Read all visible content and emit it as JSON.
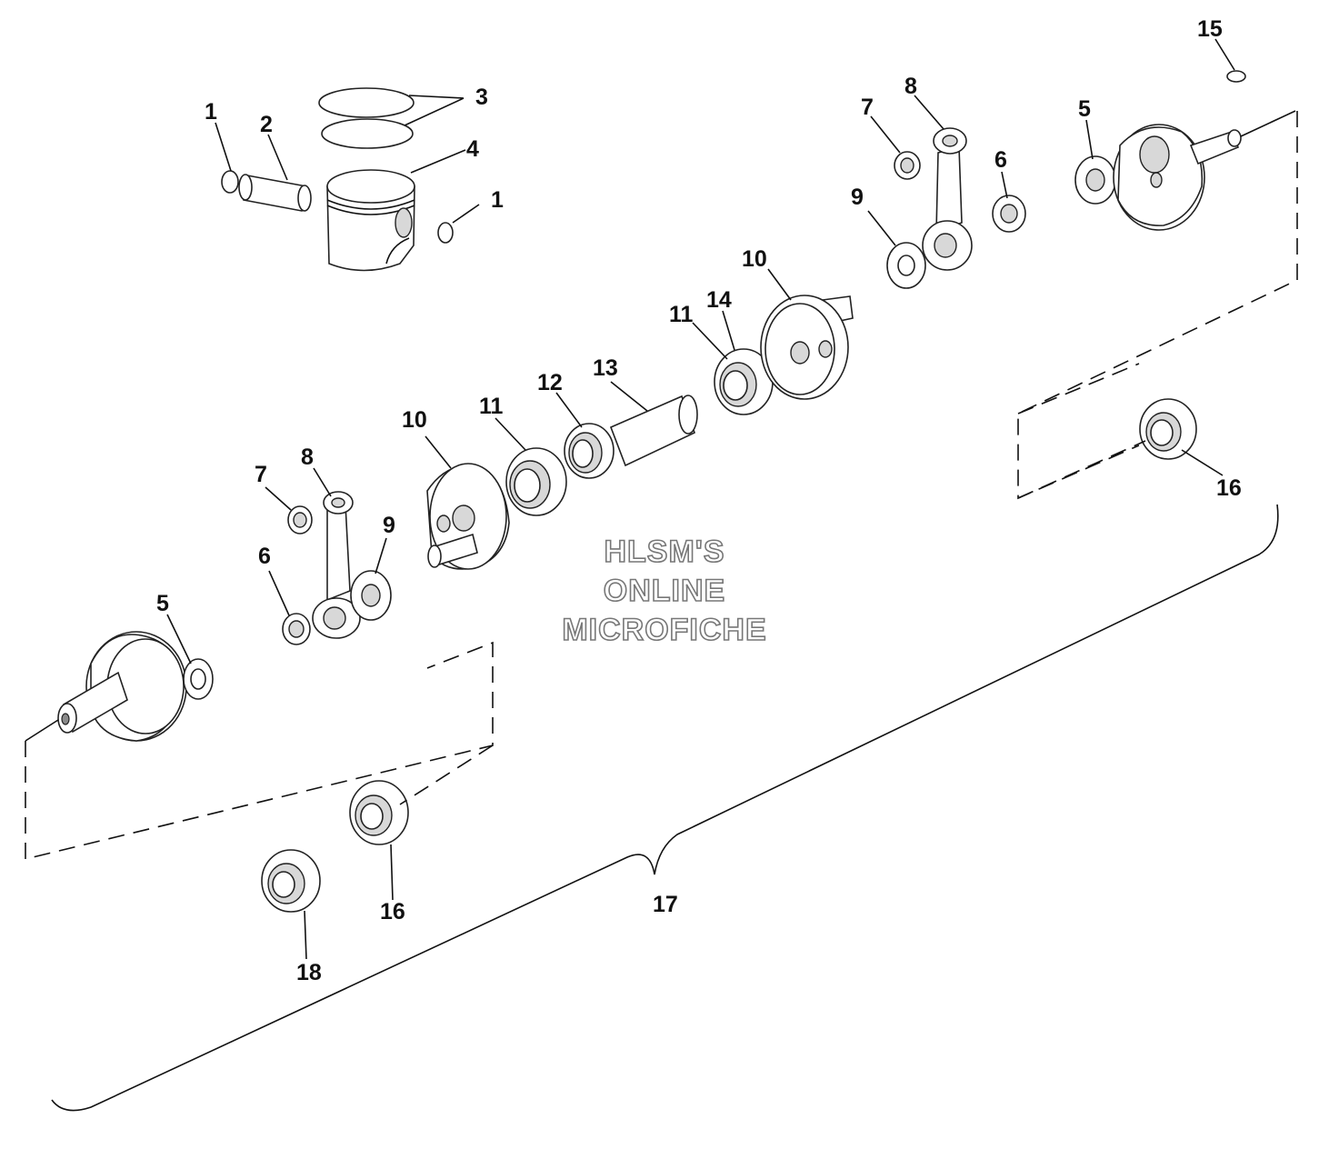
{
  "watermark": {
    "line1": "HLSM'S",
    "line2": "ONLINE",
    "line3": "MICROFICHE"
  },
  "callouts": {
    "c1a": "1",
    "c1b": "1",
    "c2": "2",
    "c3": "3",
    "c4": "4",
    "c5a": "5",
    "c5b": "5",
    "c6a": "6",
    "c6b": "6",
    "c7a": "7",
    "c7b": "7",
    "c8a": "8",
    "c8b": "8",
    "c9a": "9",
    "c9b": "9",
    "c10a": "10",
    "c10b": "10",
    "c11a": "11",
    "c11b": "11",
    "c12": "12",
    "c13": "13",
    "c14": "14",
    "c15": "15",
    "c16a": "16",
    "c16b": "16",
    "c17": "17",
    "c18": "18"
  }
}
